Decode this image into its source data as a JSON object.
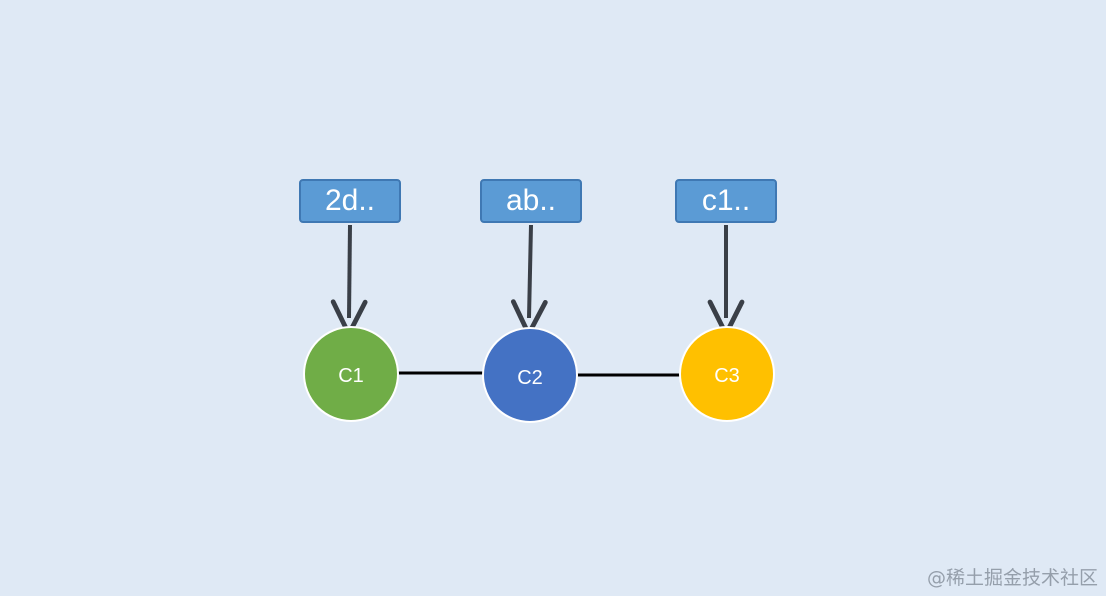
{
  "diagram": {
    "commits": [
      {
        "label": "C1",
        "color": "#70ad47"
      },
      {
        "label": "C2",
        "color": "#4472c4"
      },
      {
        "label": "C3",
        "color": "#ffc000"
      }
    ],
    "hashes": [
      {
        "label": "2d.."
      },
      {
        "label": "ab.."
      },
      {
        "label": "c1.."
      }
    ],
    "colors": {
      "background": "#dfe9f5",
      "hash_fill": "#5b9bd5",
      "hash_border": "#3f78b3",
      "arrow": "#3a3f47",
      "connector": "#000000",
      "node_border": "#ffffff"
    }
  },
  "watermark": {
    "text": "@稀土掘金技术社区"
  }
}
